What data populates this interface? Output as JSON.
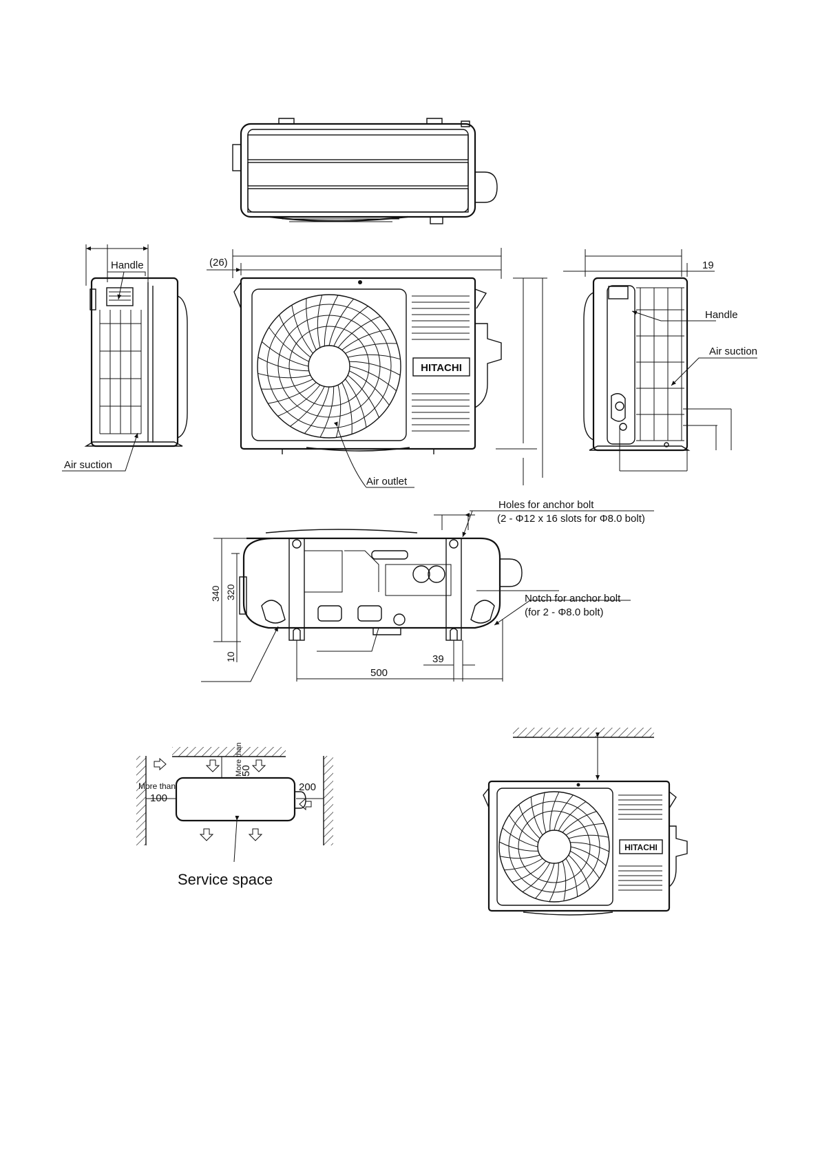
{
  "labels": {
    "handle_left": "Handle",
    "air_suction_left": "Air suction",
    "dim_26": "(26)",
    "air_outlet": "Air outlet",
    "handle_right": "Handle",
    "air_suction_right": "Air suction",
    "dim_19": "19",
    "brand": "HITACHI",
    "brand_small": "HITACHI",
    "holes_anchor_line1": "Holes for anchor bolt",
    "holes_anchor_line2": "(2 - Φ12 x 16 slots for Φ8.0 bolt)",
    "notch_anchor_line1": "Notch for anchor bolt",
    "notch_anchor_line2": "(for 2 - Φ8.0 bolt)",
    "dim_340": "340",
    "dim_320": "320",
    "dim_10": "10",
    "dim_39": "39",
    "dim_500": "500",
    "more_than_top": "More than",
    "dim_50": "50",
    "more_than_left": "More than",
    "dim_100": "100",
    "dim_200": "200",
    "service_space": "Service space"
  },
  "colors": {
    "ink": "#111111",
    "paper": "#ffffff"
  }
}
